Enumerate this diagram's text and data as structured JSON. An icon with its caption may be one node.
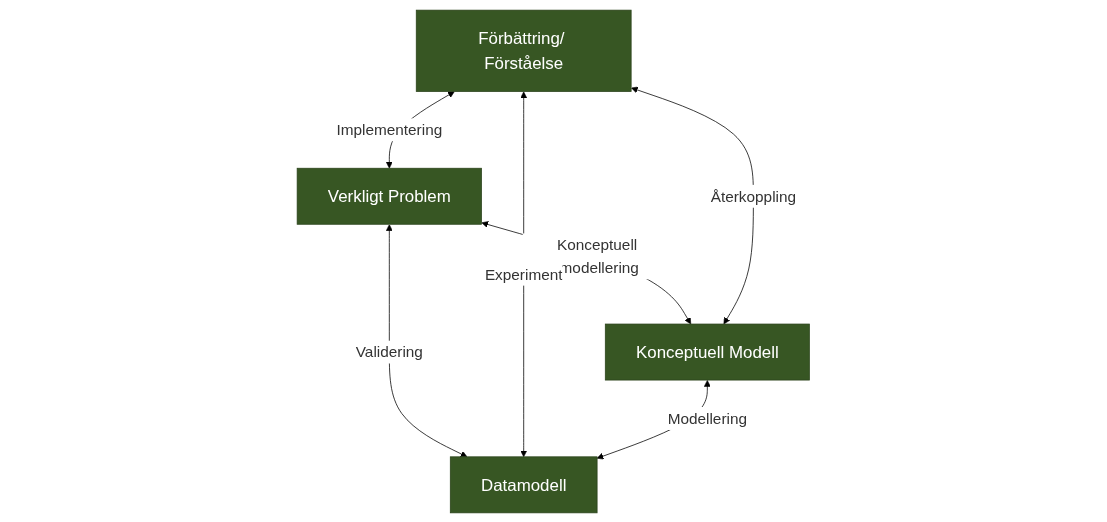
{
  "diagram": {
    "nodes": [
      {
        "text": [
          "Verkligt Problem"
        ]
      },
      {
        "text": [
          "Förbättring/ Förståelse"
        ]
      },
      {
        "text": [
          "Konceptuell Modell"
        ]
      },
      {
        "text": [
          "Datamodell"
        ]
      }
    ],
    "edges": [
      {
        "from": 1,
        "to": 0,
        "arrow": "both",
        "label": "Implementering"
      },
      {
        "from": 0,
        "to": 2,
        "arrow": "both",
        "label": "Konceptuell modellering"
      },
      {
        "from": 1,
        "to": 2,
        "arrow": "both",
        "label": "Återkoppling"
      },
      {
        "from": 0,
        "to": 3,
        "arrow": "both",
        "label": "Validering"
      },
      {
        "from": 1,
        "to": 3,
        "arrow": "both",
        "label": "Experiment"
      },
      {
        "from": 2,
        "to": 3,
        "arrow": "both",
        "label": "Modellering"
      }
    ]
  }
}
